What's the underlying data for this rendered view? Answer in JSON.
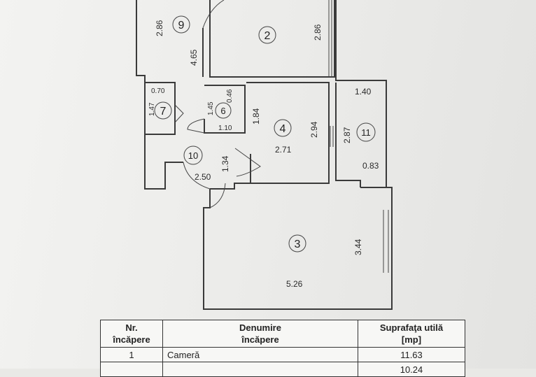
{
  "rooms": [
    {
      "id": "9",
      "dims": [
        "2.86",
        "4.65"
      ]
    },
    {
      "id": "2",
      "dims": [
        "2.86"
      ]
    },
    {
      "id": "7",
      "dims": [
        "0.70",
        "1.47"
      ]
    },
    {
      "id": "6",
      "dims": [
        "0.46",
        "1.45",
        "1.10"
      ]
    },
    {
      "id": "4",
      "dims": [
        "1.84",
        "2.94",
        "2.71"
      ]
    },
    {
      "id": "11",
      "dims": [
        "1.40",
        "2.87",
        "0.83"
      ]
    },
    {
      "id": "10",
      "dims": [
        "1.34",
        "2.50"
      ]
    },
    {
      "id": "3",
      "dims": [
        "3.44",
        "5.26"
      ]
    }
  ],
  "table": {
    "headers": [
      "Nr.\nîncăpere",
      "Denumire\nîncăpere",
      "Suprafaţa utilă\n[mp]"
    ],
    "rows": [
      [
        "1",
        "Cameră",
        "11.63"
      ],
      [
        "",
        "",
        "10.24"
      ]
    ]
  }
}
